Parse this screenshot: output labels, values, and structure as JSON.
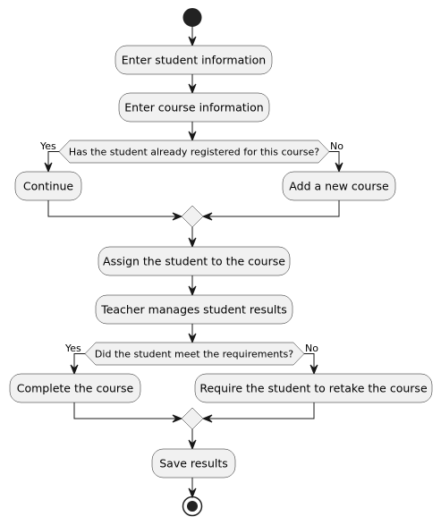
{
  "diagram": {
    "activities": {
      "enter_student": "Enter student information",
      "enter_course": "Enter course information",
      "continue": "Continue",
      "add_course": "Add a new course",
      "assign": "Assign the student to the course",
      "teacher_manages": "Teacher manages student results",
      "complete": "Complete the course",
      "retake": "Require the student to retake the course",
      "save": "Save results"
    },
    "decisions": {
      "registered": {
        "question": "Has the student already registered for this course?",
        "yes_label": "Yes",
        "no_label": "No"
      },
      "requirements": {
        "question": "Did the student meet the requirements?",
        "yes_label": "Yes",
        "no_label": "No"
      }
    }
  }
}
